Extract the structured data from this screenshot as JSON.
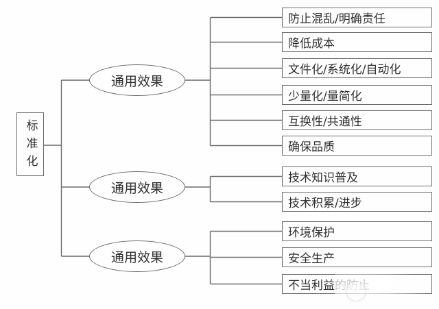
{
  "diagram": {
    "title_hint": "standardization-effects-tree",
    "root": {
      "label": "标准化"
    },
    "groups": [
      {
        "label": "通用效果",
        "items": [
          "防止混乱/明确责任",
          "降低成本",
          "文件化/系统化/自动化",
          "少量化/量简化",
          "互换性/共通性",
          "确保品质"
        ]
      },
      {
        "label": "通用效果",
        "items": [
          "技术知识普及",
          "技术积累/进步"
        ]
      },
      {
        "label": "通用效果",
        "items": [
          "环境保护",
          "安全生产",
          "不当利益的防止"
        ]
      }
    ],
    "colors": {
      "line": "#6a6a6a",
      "text": "#2f2f2f",
      "background": "#ffffff"
    }
  }
}
